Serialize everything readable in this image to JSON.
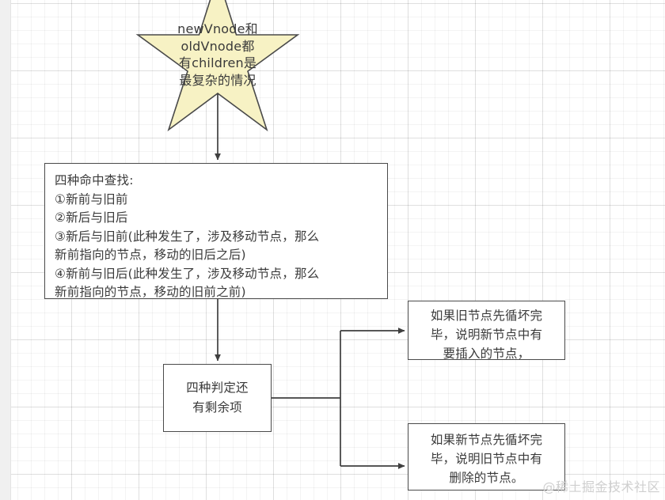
{
  "diagram": {
    "title_note": "Vue diff algorithm children comparison flowchart",
    "star": {
      "label": "newVnode和\noldVnode都\n有children是\n最复杂的情况",
      "fill_color": "#f7f2c4",
      "stroke_color": "#4a4a4a"
    },
    "boxes": {
      "four_matches": "四种命中查找:\n①新前与旧前\n②新后与旧后\n③新后与旧前(此种发生了，涉及移动节点，那么\n新前指向的节点，移动的旧后之后)\n④新前与旧后(此种发生了，涉及移动节点，那么\n新前指向的节点，移动的旧前之前)",
      "remaining": "四种判定还\n有剩余项",
      "insert_case": "如果旧节点先循坏完\n毕，说明新节点中有\n要插入的节点，",
      "delete_case": "如果新节点先循坏完\n毕，说明旧节点中有\n删除的节点。"
    },
    "connectors": [
      {
        "name": "star-to-four-matches",
        "from": "star",
        "to": "four_matches",
        "kind": "arrow-down"
      },
      {
        "name": "four-matches-to-remaining",
        "from": "four_matches",
        "to": "remaining",
        "kind": "arrow-down"
      },
      {
        "name": "remaining-to-insert-case",
        "from": "remaining",
        "to": "insert_case",
        "kind": "elbow-arrow-up-right"
      },
      {
        "name": "remaining-to-delete-case",
        "from": "remaining",
        "to": "delete_case",
        "kind": "elbow-arrow-down-right"
      }
    ],
    "colors": {
      "line": "#3f3f3f",
      "box_border": "#4a4a4a",
      "box_fill": "#ffffff",
      "text": "#3a3a3a",
      "grid_minor": "#f2f2f2",
      "grid_major": "#e8e8e8",
      "gutter": "#f0f0f0",
      "watermark": "#cfcfcf"
    },
    "watermark": "@稀土掘金技术社区"
  }
}
